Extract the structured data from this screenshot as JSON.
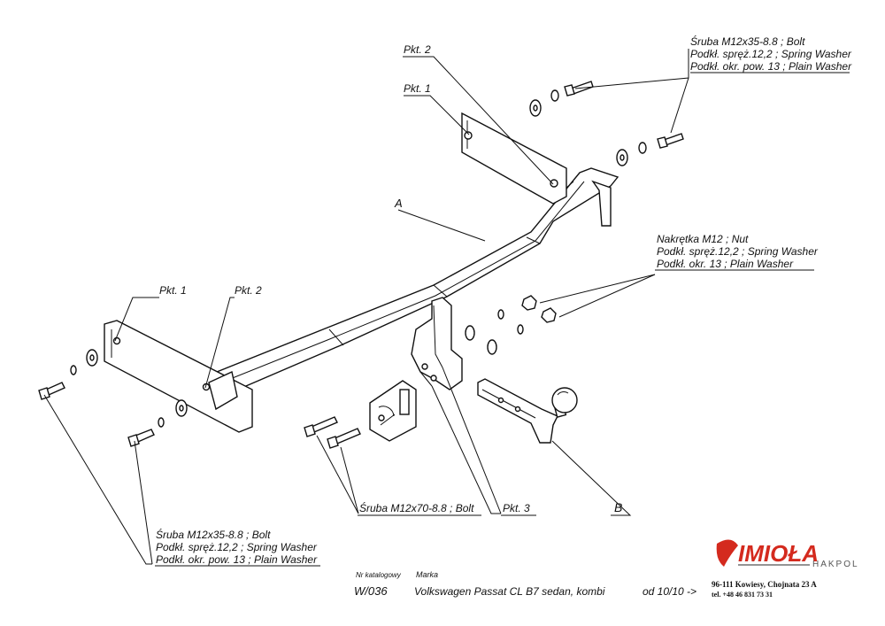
{
  "labels": {
    "pkt2_top": "Pkt. 2",
    "pkt1_top": "Pkt. 1",
    "pkt1_left": "Pkt. 1",
    "pkt2_left": "Pkt. 2",
    "pkt3": "Pkt. 3",
    "part_a": "A",
    "part_b": "B"
  },
  "bolt_top_right": [
    "Śruba M12x35-8.8 ;  Bolt",
    "Podkł. spręż.12,2 ; Spring Washer",
    "Podkł. okr. pow. 13 ; Plain Washer"
  ],
  "nut_right": [
    "Nakrętka  M12 ; Nut",
    "Podkł. spręż.12,2 ; Spring Washer",
    "Podkł. okr. 13 ; Plain Washer"
  ],
  "bolt_bottom_left": [
    "Śruba M12x35-8.8 ;  Bolt",
    "Podkł. spręż.12,2 ; Spring Washer",
    "Podkł. okr. pow. 13 ; Plain Washer"
  ],
  "bolt_center": "Śruba M12x70-8.8 ;  Bolt",
  "footer": {
    "catalog_label": "Nr katalogowy",
    "catalog_value": "W/036",
    "make_label": "Marka",
    "make_value": "Volkswagen Passat CL B7 sedan, kombi",
    "date": "od  10/10 ->"
  },
  "logo": {
    "brand": "IMIOŁA",
    "sub": "HAKPOL"
  },
  "address": {
    "line1": "96-111 Kowiesy, Chojnata 23 A",
    "line2": "tel. +48 46 831 73 31"
  },
  "colors": {
    "logo_red": "#d42a1e",
    "ink": "#111111"
  }
}
